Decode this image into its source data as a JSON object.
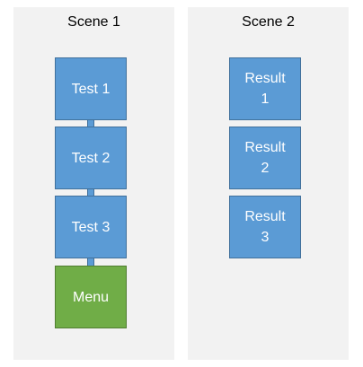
{
  "scenes": [
    {
      "title": "Scene 1",
      "boxes": [
        {
          "label": "Test 1",
          "fill": "#5b9bd5"
        },
        {
          "label": "Test 2",
          "fill": "#5b9bd5"
        },
        {
          "label": "Test 3",
          "fill": "#5b9bd5"
        },
        {
          "label": "Menu",
          "fill": "#70ad47"
        }
      ]
    },
    {
      "title": "Scene 2",
      "boxes": [
        {
          "label": "Result\n1",
          "fill": "#5b9bd5"
        },
        {
          "label": "Result\n2",
          "fill": "#5b9bd5"
        },
        {
          "label": "Result\n3",
          "fill": "#5b9bd5"
        }
      ]
    }
  ],
  "colors": {
    "panel": "#f2f2f2",
    "box_blue": "#5b9bd5",
    "box_green": "#70ad47",
    "box_border": "#41719c"
  }
}
